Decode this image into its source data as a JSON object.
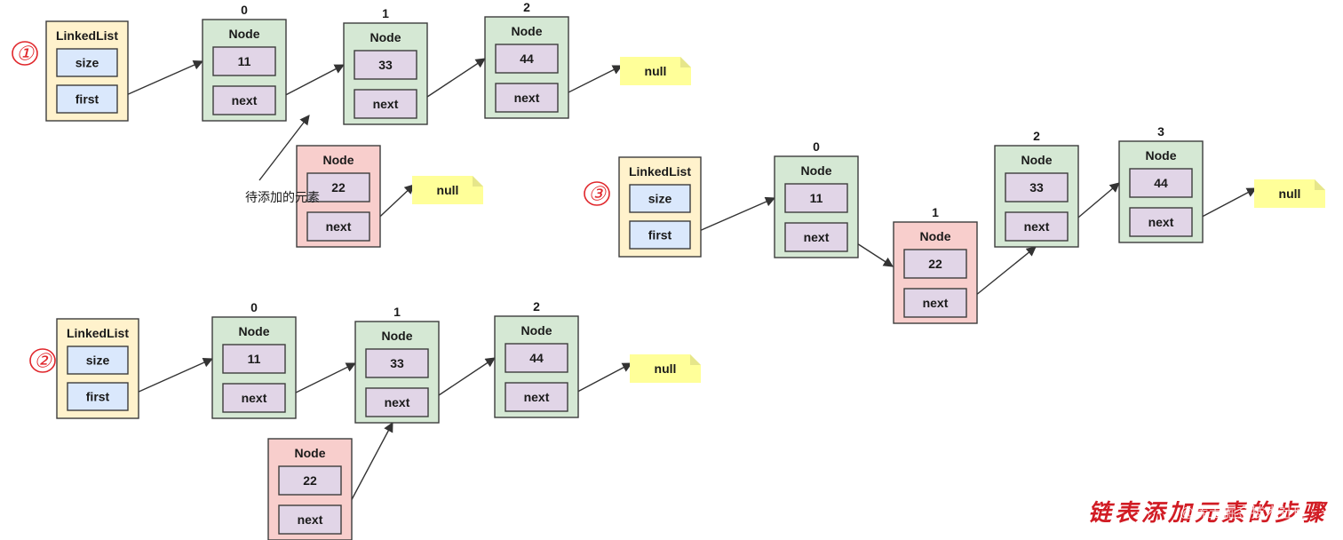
{
  "colors": {
    "list_box": "#fff2cc",
    "node_box": "#d5e8d4",
    "new_node_box": "#f8cecc",
    "field_blue": "#dae8fc",
    "field_purple": "#e1d5e7",
    "null_note": "#ffff99",
    "border": "#3c3c3c",
    "accent_red": "#e0262b"
  },
  "labels": {
    "linkedlist": "LinkedList",
    "node": "Node",
    "size": "size",
    "first": "first",
    "next": "next",
    "null": "null",
    "pending_element": "待添加的元素",
    "caption": "链表添加元素的步骤",
    "watermark": "@稀土掘金技术社区"
  },
  "steps": [
    {
      "marker": "①",
      "nodes": [
        {
          "index": "0",
          "value": "11"
        },
        {
          "index": "1",
          "value": "33"
        },
        {
          "index": "2",
          "value": "44"
        }
      ],
      "new_node": {
        "index": "",
        "value": "22"
      }
    },
    {
      "marker": "②",
      "nodes": [
        {
          "index": "0",
          "value": "11"
        },
        {
          "index": "1",
          "value": "33"
        },
        {
          "index": "2",
          "value": "44"
        }
      ],
      "new_node": {
        "index": "",
        "value": "22"
      }
    },
    {
      "marker": "③",
      "nodes": [
        {
          "index": "0",
          "value": "11"
        },
        {
          "index": "1",
          "value": "22"
        },
        {
          "index": "2",
          "value": "33"
        },
        {
          "index": "3",
          "value": "44"
        }
      ]
    }
  ]
}
